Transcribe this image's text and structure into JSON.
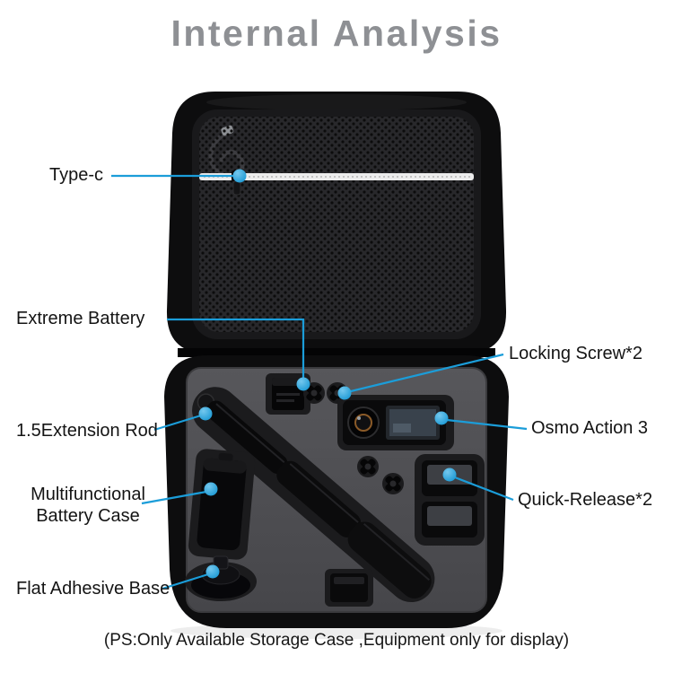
{
  "title": "Internal Analysis",
  "footer_note": "(PS:Only Available Storage Case ,Equipment only for display)",
  "colors": {
    "accent": "#1b9dd9",
    "title_gray": "#8e9094",
    "label_text": "#141414"
  },
  "callouts": {
    "type_c": "Type-c",
    "extreme_battery": "Extreme Battery",
    "locking_screw": "Locking Screw*2",
    "extension_rod": "1.5Extension Rod",
    "osmo_action": "Osmo Action 3",
    "battery_case": "Multifunctional Battery Case",
    "quick_release": "Quick-Release*2",
    "flat_adhesive": "Flat Adhesive Base"
  }
}
